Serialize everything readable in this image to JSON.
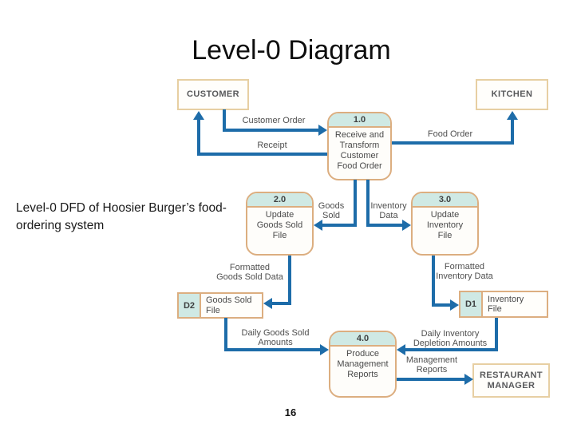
{
  "slide": {
    "title": "Level-0 Diagram",
    "caption_line1": "Level-0 DFD of Hoosier Burger’s food-",
    "caption_line2": "ordering system",
    "page_number": "16"
  },
  "colors": {
    "arrow_blue": "#1d6ca9",
    "process_header_teal": "#cfe9e4",
    "border_tan": "#dcae80",
    "border_tan_light": "#e7cfa2",
    "label_gray": "#4f4f4f"
  },
  "entities": [
    {
      "id": "customer",
      "label": "CUSTOMER"
    },
    {
      "id": "kitchen",
      "label": "KITCHEN"
    },
    {
      "id": "restaurant-manager",
      "label": "RESTAURANT\nMANAGER"
    }
  ],
  "processes": [
    {
      "number": "1.0",
      "label": "Receive and\nTransform\nCustomer\nFood Order"
    },
    {
      "number": "2.0",
      "label": "Update\nGoods Sold\nFile"
    },
    {
      "number": "3.0",
      "label": "Update\nInventory\nFile"
    },
    {
      "number": "4.0",
      "label": "Produce\nManagement\nReports"
    }
  ],
  "data_stores": [
    {
      "id": "D2",
      "label": "Goods Sold\nFile"
    },
    {
      "id": "D1",
      "label": "Inventory\nFile"
    }
  ],
  "flows": [
    {
      "label": "Customer Order",
      "from": "CUSTOMER",
      "to": "1.0"
    },
    {
      "label": "Receipt",
      "from": "1.0",
      "to": "CUSTOMER"
    },
    {
      "label": "Food Order",
      "from": "1.0",
      "to": "KITCHEN"
    },
    {
      "label": "Goods\nSold",
      "from": "1.0",
      "to": "2.0"
    },
    {
      "label": "Inventory\nData",
      "from": "1.0",
      "to": "3.0"
    },
    {
      "label": "Formatted\nGoods Sold Data",
      "from": "2.0",
      "to": "D2"
    },
    {
      "label": "Formatted\nInventory Data",
      "from": "3.0",
      "to": "D1"
    },
    {
      "label": "Daily Goods Sold\nAmounts",
      "from": "D2",
      "to": "4.0"
    },
    {
      "label": "Daily Inventory\nDepletion Amounts",
      "from": "D1",
      "to": "4.0"
    },
    {
      "label": "Management\nReports",
      "from": "4.0",
      "to": "RESTAURANT MANAGER"
    }
  ]
}
